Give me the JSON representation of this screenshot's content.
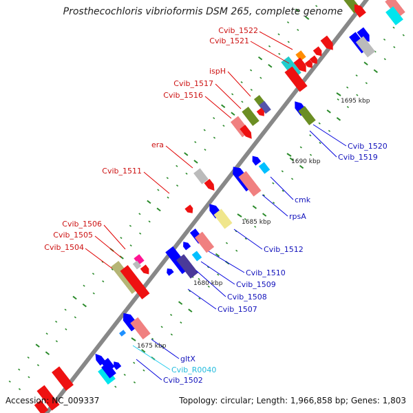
{
  "title": "Prosthecochloris vibrioformis DSM 265, complete genome",
  "footer": {
    "accession_label": "Accession:",
    "accession": "NC_009337",
    "topology_label": "Topology:",
    "topology": "circular",
    "length_label": "Length:",
    "length": "1,966,858 bp",
    "genes_label": "Genes:",
    "genes": "1,803"
  },
  "colors": {
    "backbone": "#888888",
    "tick": "#2a8a2a",
    "label_forward": "#cc1111",
    "label_reverse": "#1111bb",
    "label_rna": "#22bbdd",
    "leader_forward": "#e00000",
    "leader_reverse": "#0000dd",
    "leader_rna": "#22ccee"
  },
  "scale_labels": [
    "1675 kbp",
    "1680 kbp",
    "1685 kbp",
    "1690 kbp",
    "1695 kbp"
  ],
  "gene_labels_forward": [
    "Cvib_1522",
    "Cvib_1521",
    "ispH",
    "Cvib_1517",
    "Cvib_1516",
    "era",
    "Cvib_1511",
    "Cvib_1506",
    "Cvib_1505",
    "Cvib_1504"
  ],
  "gene_labels_reverse": [
    "Cvib_1520",
    "Cvib_1519",
    "cmk",
    "rpsA",
    "Cvib_1512",
    "Cvib_1510",
    "Cvib_1509",
    "Cvib_1508",
    "Cvib_1507",
    "gltX",
    "Cvib_R0040",
    "Cvib_1502"
  ]
}
